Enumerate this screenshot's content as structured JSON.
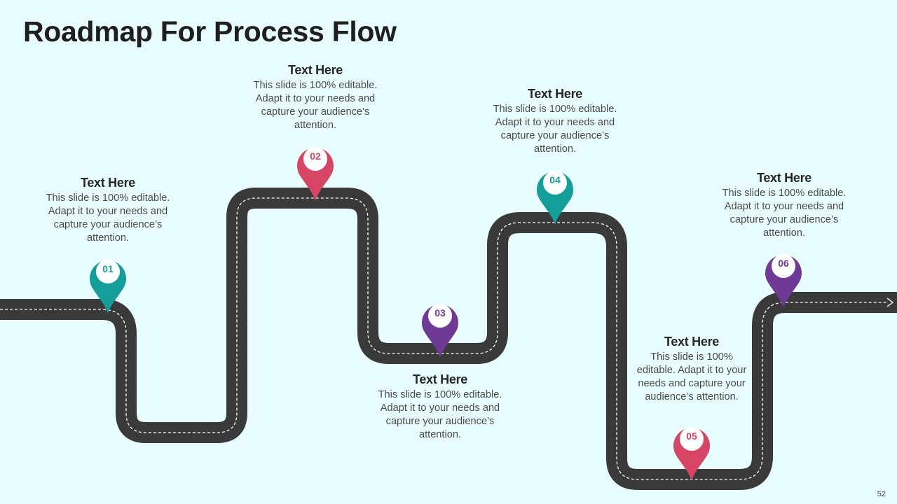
{
  "title": "Roadmap For Process Flow",
  "slide_number": "52",
  "colors": {
    "background": "#e8fdff",
    "road": "#3a3a3a",
    "road_dash": "#ffffff",
    "teal": "#139e9a",
    "crimson": "#d64564",
    "purple": "#6f3996"
  },
  "milestones": [
    {
      "number": "01",
      "color": "teal",
      "icon": "map-pin-icon",
      "heading": "Text Here",
      "body": "This slide is 100% editable. Adapt it to your needs and capture your audience’s attention."
    },
    {
      "number": "02",
      "color": "crimson",
      "icon": "map-pin-icon",
      "heading": "Text Here",
      "body": "This slide is 100% editable. Adapt it to your needs and capture your audience’s attention."
    },
    {
      "number": "03",
      "color": "purple",
      "icon": "map-pin-icon",
      "heading": "Text Here",
      "body": "This slide is 100% editable. Adapt it to your needs and capture your audience’s attention."
    },
    {
      "number": "04",
      "color": "teal",
      "icon": "map-pin-icon",
      "heading": "Text Here",
      "body": "This slide is 100% editable. Adapt it to your needs and capture your audience’s attention."
    },
    {
      "number": "05",
      "color": "crimson",
      "icon": "map-pin-icon",
      "heading": "Text Here",
      "body": "This slide is 100% editable. Adapt it to your needs and capture your audience’s attention."
    },
    {
      "number": "06",
      "color": "purple",
      "icon": "map-pin-icon",
      "heading": "Text Here",
      "body": "This slide is 100% editable. Adapt it to your needs and capture your audience’s attention."
    }
  ]
}
